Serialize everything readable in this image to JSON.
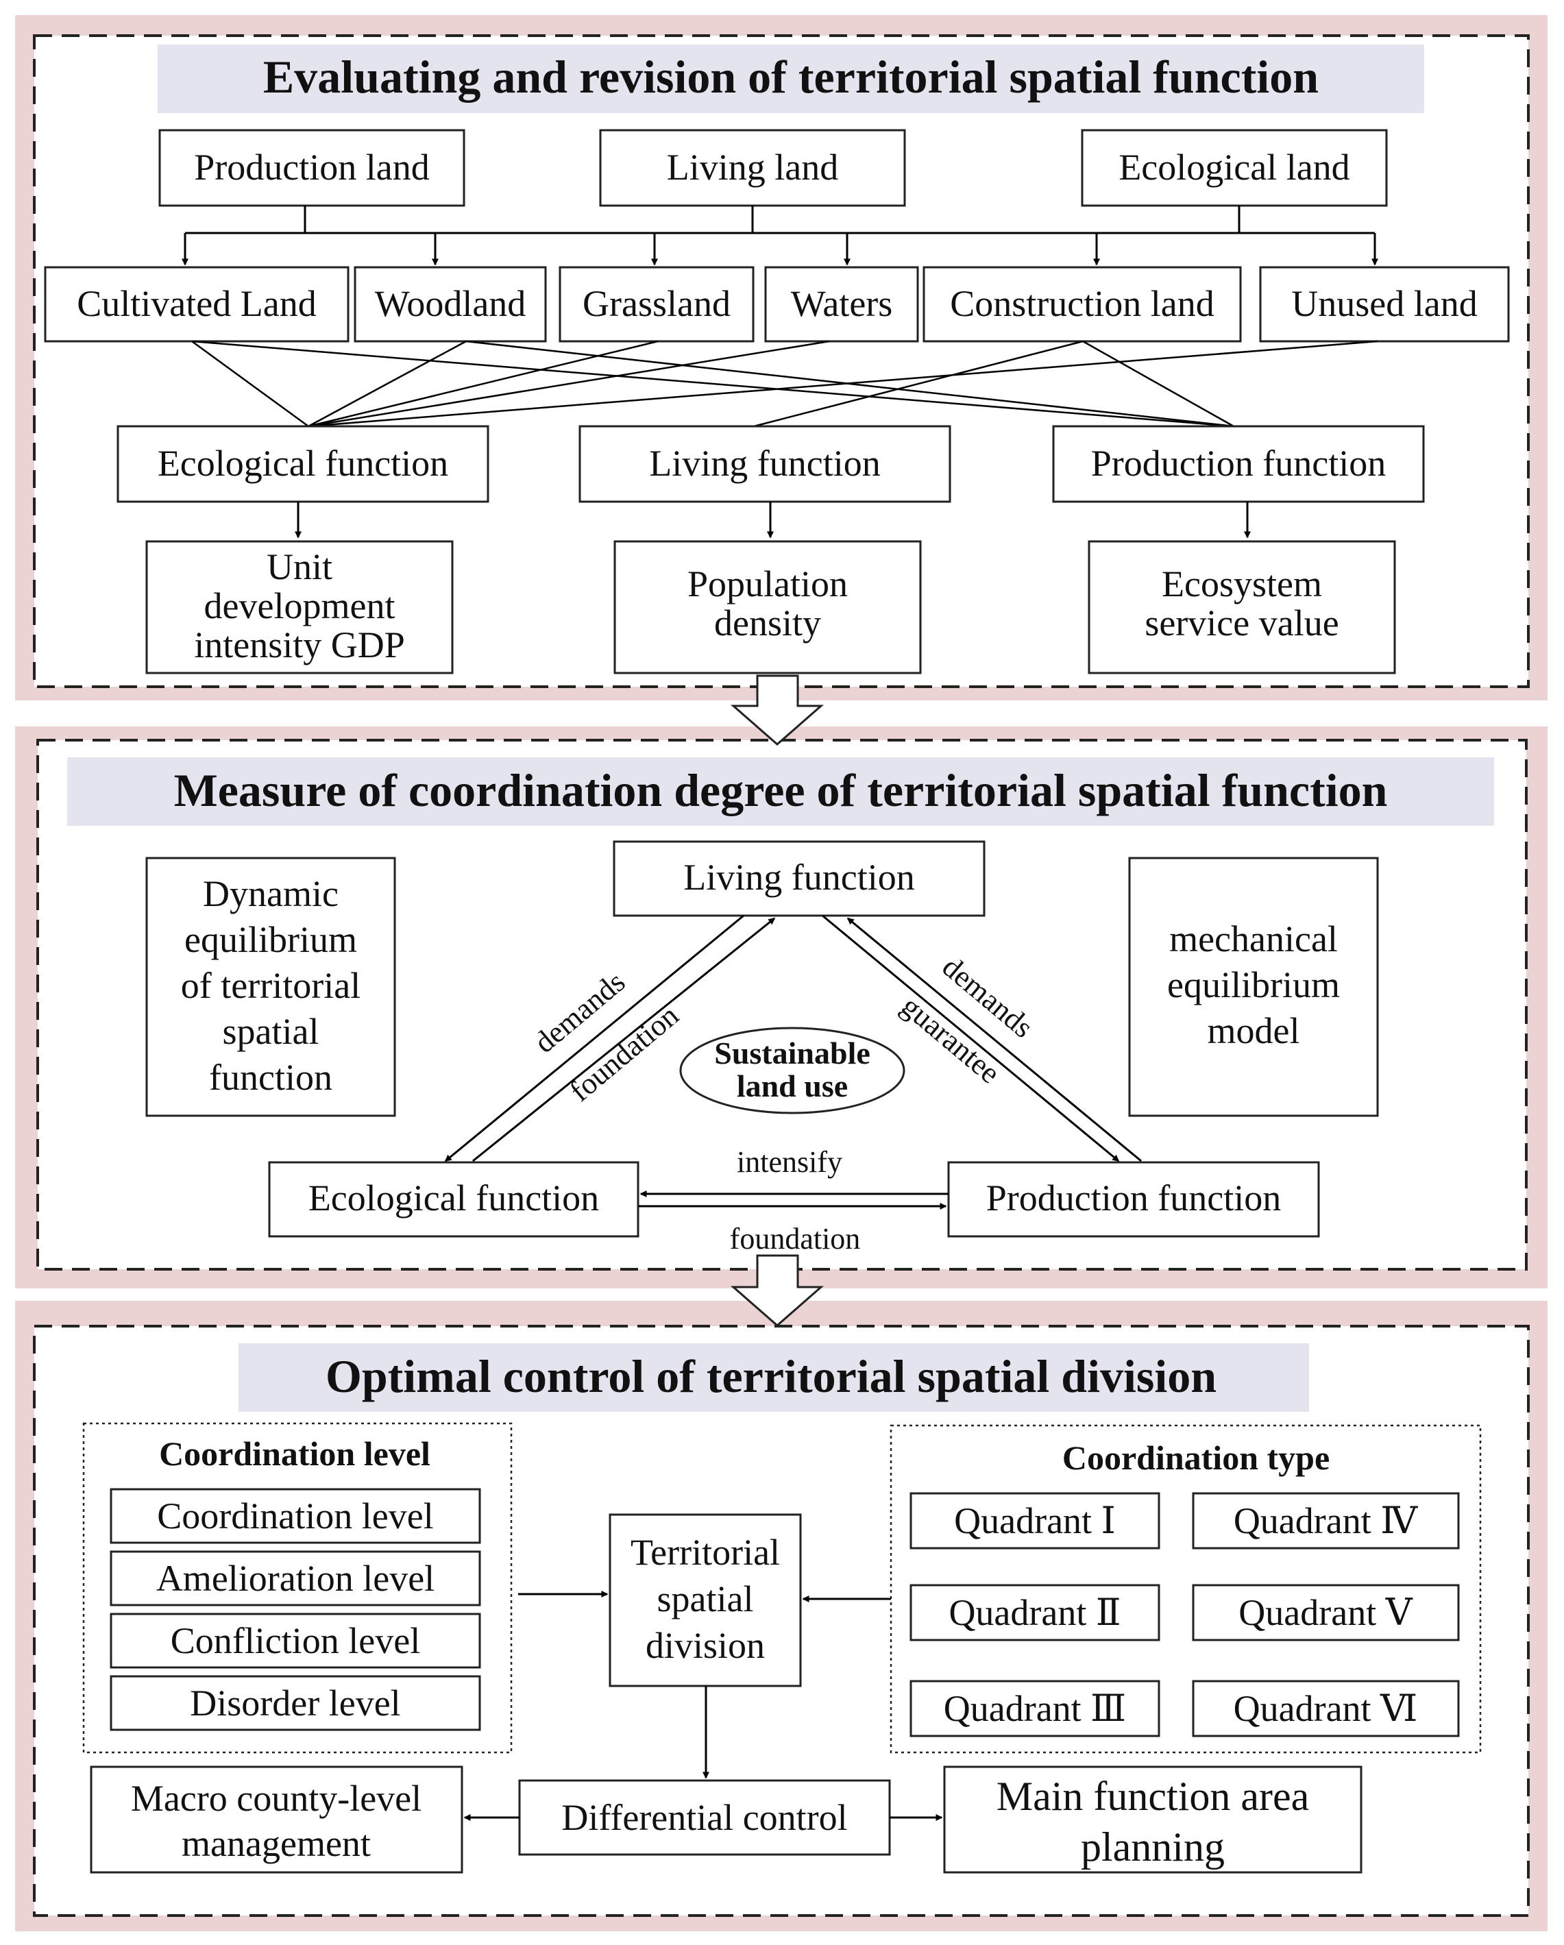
{
  "section1": {
    "title": "Evaluating and revision of territorial spatial function",
    "land_types": [
      "Production land",
      "Living land",
      "Ecological land"
    ],
    "land_uses": [
      "Cultivated Land",
      "Woodland",
      "Grassland",
      "Waters",
      "Construction land",
      "Unused land"
    ],
    "functions": [
      "Ecological function",
      "Living function",
      "Production function"
    ],
    "indicators": [
      [
        "Unit",
        "development",
        "intensity GDP"
      ],
      [
        "Population",
        "density"
      ],
      [
        "Ecosystem",
        "service value"
      ]
    ]
  },
  "section2": {
    "title": "Measure of coordination degree of territorial spatial function",
    "left_note": [
      "Dynamic",
      "equilibrium",
      "of territorial",
      "spatial",
      "function"
    ],
    "right_note": [
      "mechanical",
      "equilibrium",
      "model"
    ],
    "living": "Living function",
    "ecological": "Ecological function",
    "production": "Production function",
    "center": [
      "Sustainable",
      "land use"
    ],
    "labels": {
      "left_demands": "demands",
      "left_foundation": "foundation",
      "right_demands": "demands",
      "right_guarantee": "guarantee",
      "intensify": "intensify",
      "foundation_bottom": "foundation"
    }
  },
  "section3": {
    "title": "Optimal control of territorial spatial division",
    "level_group_title": "Coordination level",
    "levels": [
      "Coordination level",
      "Amelioration level",
      "Confliction level",
      "Disorder level"
    ],
    "type_group_title": "Coordination type",
    "quadrants": [
      "Quadrant Ⅰ",
      "Quadrant Ⅳ",
      "Quadrant Ⅱ",
      "Quadrant Ⅴ",
      "Quadrant Ⅲ",
      "Quadrant Ⅵ"
    ],
    "center": [
      "Territorial",
      "spatial",
      "division"
    ],
    "differential": "Differential control",
    "macro": [
      "Macro county-level",
      "management"
    ],
    "main_function": [
      "Main function area",
      "planning"
    ]
  }
}
